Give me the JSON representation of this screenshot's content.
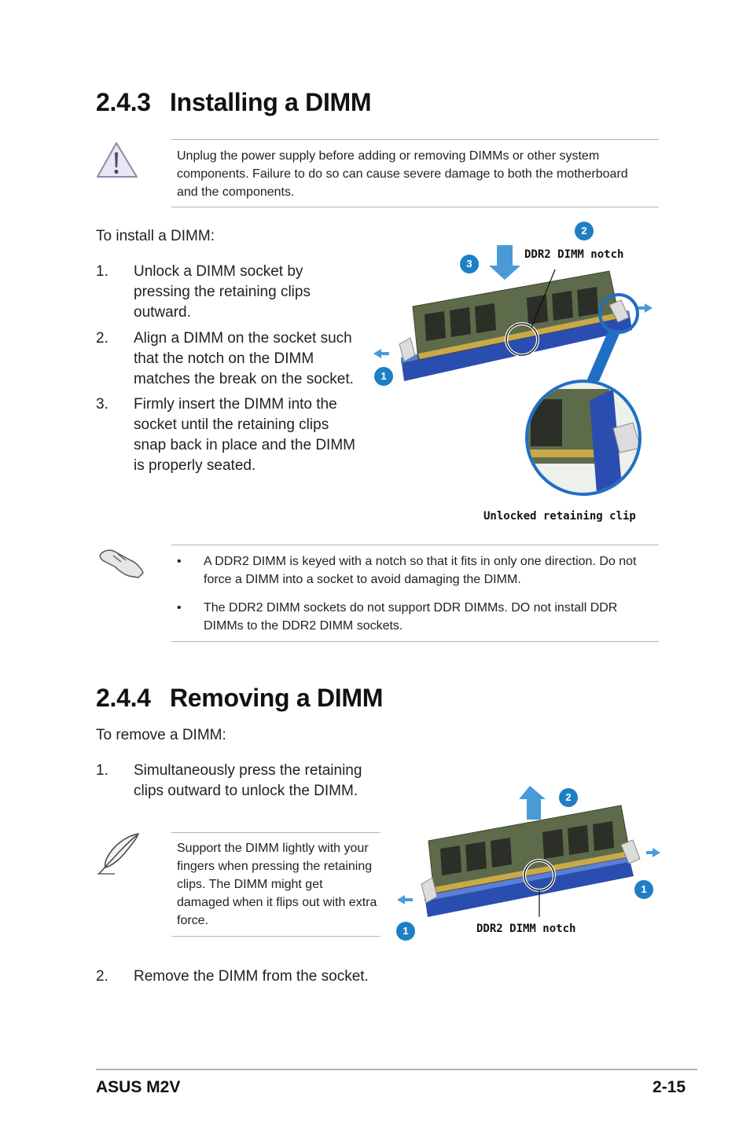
{
  "installing": {
    "section_number": "2.4.3",
    "section_title": "Installing a DIMM",
    "caution_text": "Unplug the power supply before adding or removing DIMMs or other system components. Failure to do so can cause severe damage to both the motherboard and the components.",
    "intro": "To install a DIMM:",
    "steps": [
      {
        "num": "1.",
        "text": "Unlock a DIMM socket by pressing the retaining clips outward."
      },
      {
        "num": "2.",
        "text": "Align a DIMM on the socket such that the notch on the DIMM matches the break on the socket."
      },
      {
        "num": "3.",
        "text": "Firmly insert the DIMM into the socket until the retaining clips snap back in place and the DIMM is properly seated."
      }
    ],
    "figure": {
      "notch_label": "DDR2 DIMM notch",
      "clip_label": "Unlocked retaining clip",
      "badge_1": "1",
      "badge_2": "2",
      "badge_3": "3"
    },
    "notes": [
      {
        "bullet": "•",
        "text": "A DDR2 DIMM is keyed with a notch so that it fits in only one direction. Do not force a DIMM into a socket to avoid damaging the DIMM."
      },
      {
        "bullet": "•",
        "text": "The DDR2 DIMM sockets do not support DDR DIMMs. DO not install DDR DIMMs to the DDR2 DIMM sockets."
      }
    ]
  },
  "removing": {
    "section_number": "2.4.4",
    "section_title": "Removing a DIMM",
    "intro": "To remove a DIMM:",
    "steps": [
      {
        "num": "1.",
        "text": "Simultaneously press the retaining clips outward to unlock the DIMM."
      },
      {
        "num": "2.",
        "text": "Remove the DIMM from the socket."
      }
    ],
    "tip_text": "Support the DIMM lightly with your fingers when pressing the retaining clips. The DIMM might get damaged when it flips out with extra force.",
    "figure": {
      "notch_label": "DDR2 DIMM notch",
      "badge_1a": "1",
      "badge_1b": "1",
      "badge_2": "2"
    }
  },
  "footer": {
    "left": "ASUS M2V",
    "right": "2-15"
  },
  "colors": {
    "accent_blue": "#1f7fc4",
    "socket_blue": "#2a4db0",
    "pcb_green": "#5d6b4a",
    "rule_gray": "#b5b5b5"
  }
}
